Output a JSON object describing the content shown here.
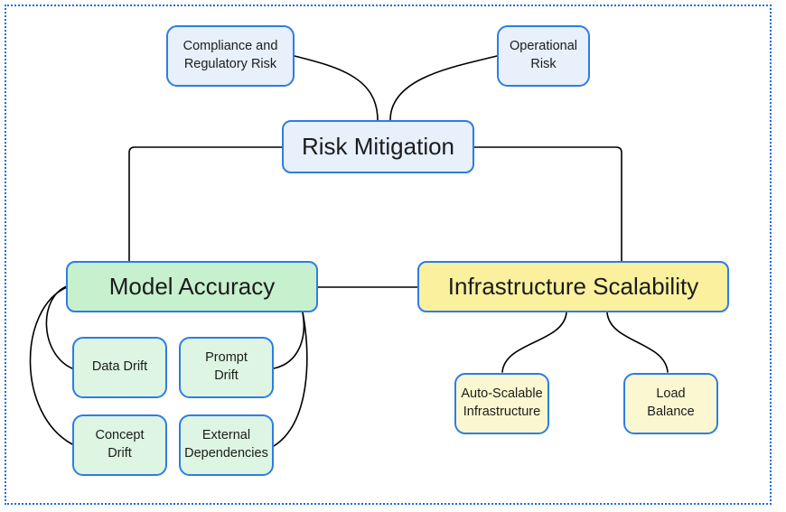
{
  "diagram": {
    "title": "Risk Mitigation mind map",
    "nodes": {
      "compliance": {
        "label": "Compliance and\nRegulatory Risk",
        "fill": "#e7f0fb"
      },
      "operational": {
        "label": "Operational\nRisk",
        "fill": "#e7f0fb"
      },
      "risk_mitigation": {
        "label": "Risk Mitigation",
        "fill": "#e7f0fb"
      },
      "model_accuracy": {
        "label": "Model Accuracy",
        "fill": "#c7f0ce"
      },
      "infrastructure_scalability": {
        "label": "Infrastructure Scalability",
        "fill": "#faf09e"
      },
      "data_drift": {
        "label": "Data Drift",
        "fill": "#ddf5e2"
      },
      "prompt_drift": {
        "label": "Prompt\nDrift",
        "fill": "#ddf5e2"
      },
      "concept_drift": {
        "label": "Concept\nDrift",
        "fill": "#ddf5e2"
      },
      "external_dependencies": {
        "label": "External\nDependencies",
        "fill": "#ddf5e2"
      },
      "auto_scalable_infrastructure": {
        "label": "Auto-Scalable\nInfrastructure",
        "fill": "#fbf7d0"
      },
      "load_balance": {
        "label": "Load\nBalance",
        "fill": "#fbf7d0"
      }
    },
    "edges": [
      {
        "from": "compliance",
        "to": "risk_mitigation"
      },
      {
        "from": "operational",
        "to": "risk_mitigation"
      },
      {
        "from": "risk_mitigation",
        "to": "model_accuracy"
      },
      {
        "from": "risk_mitigation",
        "to": "infrastructure_scalability"
      },
      {
        "from": "model_accuracy",
        "to": "infrastructure_scalability"
      },
      {
        "from": "model_accuracy",
        "to": "data_drift"
      },
      {
        "from": "model_accuracy",
        "to": "concept_drift"
      },
      {
        "from": "model_accuracy",
        "to": "prompt_drift"
      },
      {
        "from": "model_accuracy",
        "to": "external_dependencies"
      },
      {
        "from": "infrastructure_scalability",
        "to": "auto_scalable_infrastructure"
      },
      {
        "from": "infrastructure_scalability",
        "to": "load_balance"
      }
    ],
    "palette": {
      "node_border": "#2d7de4",
      "primary_blue_fill": "#e7f0fb",
      "category_green_fill": "#c7f0ce",
      "leaf_green_fill": "#ddf5e2",
      "category_yellow_fill": "#faf09e",
      "leaf_yellow_fill": "#fbf7d0",
      "connector_color": "#000000",
      "frame_dotted_color": "#1b6ce0",
      "background": "#ffffff"
    }
  }
}
